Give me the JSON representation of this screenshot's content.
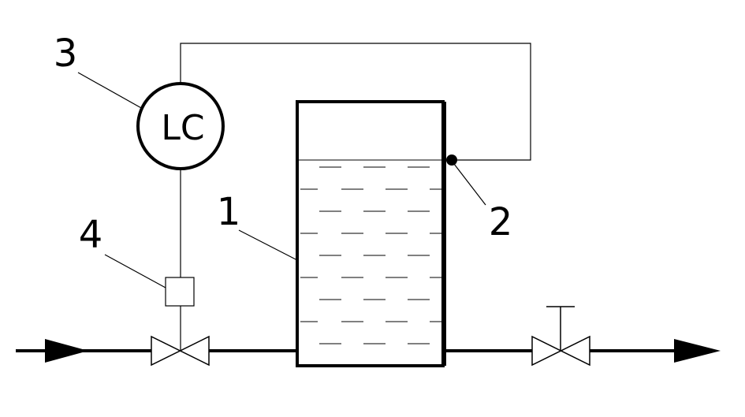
{
  "labels": {
    "tank": "1",
    "sensor": "2",
    "controller": "3",
    "actuator": "4"
  },
  "controller_text": "LC",
  "colors": {
    "stroke": "#000000",
    "background": "#ffffff"
  }
}
